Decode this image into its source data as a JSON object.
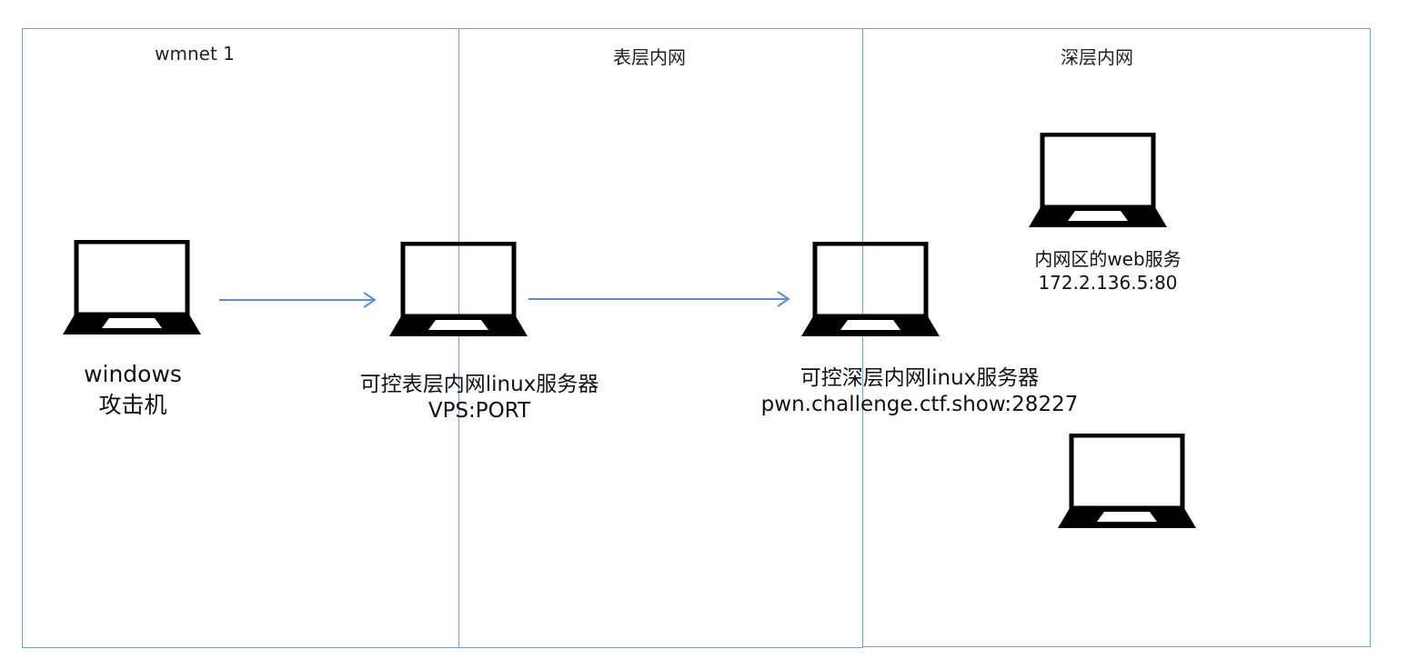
{
  "zones": {
    "wmnet": {
      "title": "wmnet 1"
    },
    "surface": {
      "title": "表层内网"
    },
    "deep": {
      "title": "深层内网"
    }
  },
  "nodes": {
    "attacker": {
      "line1": "windows",
      "line2": "攻击机",
      "icon": "laptop-icon"
    },
    "surface_server": {
      "line1": "可控表层内网linux服务器",
      "line2": "VPS:PORT",
      "icon": "laptop-icon"
    },
    "deep_server": {
      "line1": "可控深层内网linux服务器",
      "line2": "pwn.challenge.ctf.show:28227",
      "icon": "laptop-icon"
    },
    "web_service": {
      "line1": "内网区的web服务",
      "line2": "172.2.136.5:80",
      "icon": "laptop-icon"
    },
    "unlabeled_host": {
      "icon": "laptop-icon"
    }
  },
  "colors": {
    "zone_border": "#7a9cc9",
    "arrow": "#5b8fd6",
    "laptop": "#000000"
  }
}
